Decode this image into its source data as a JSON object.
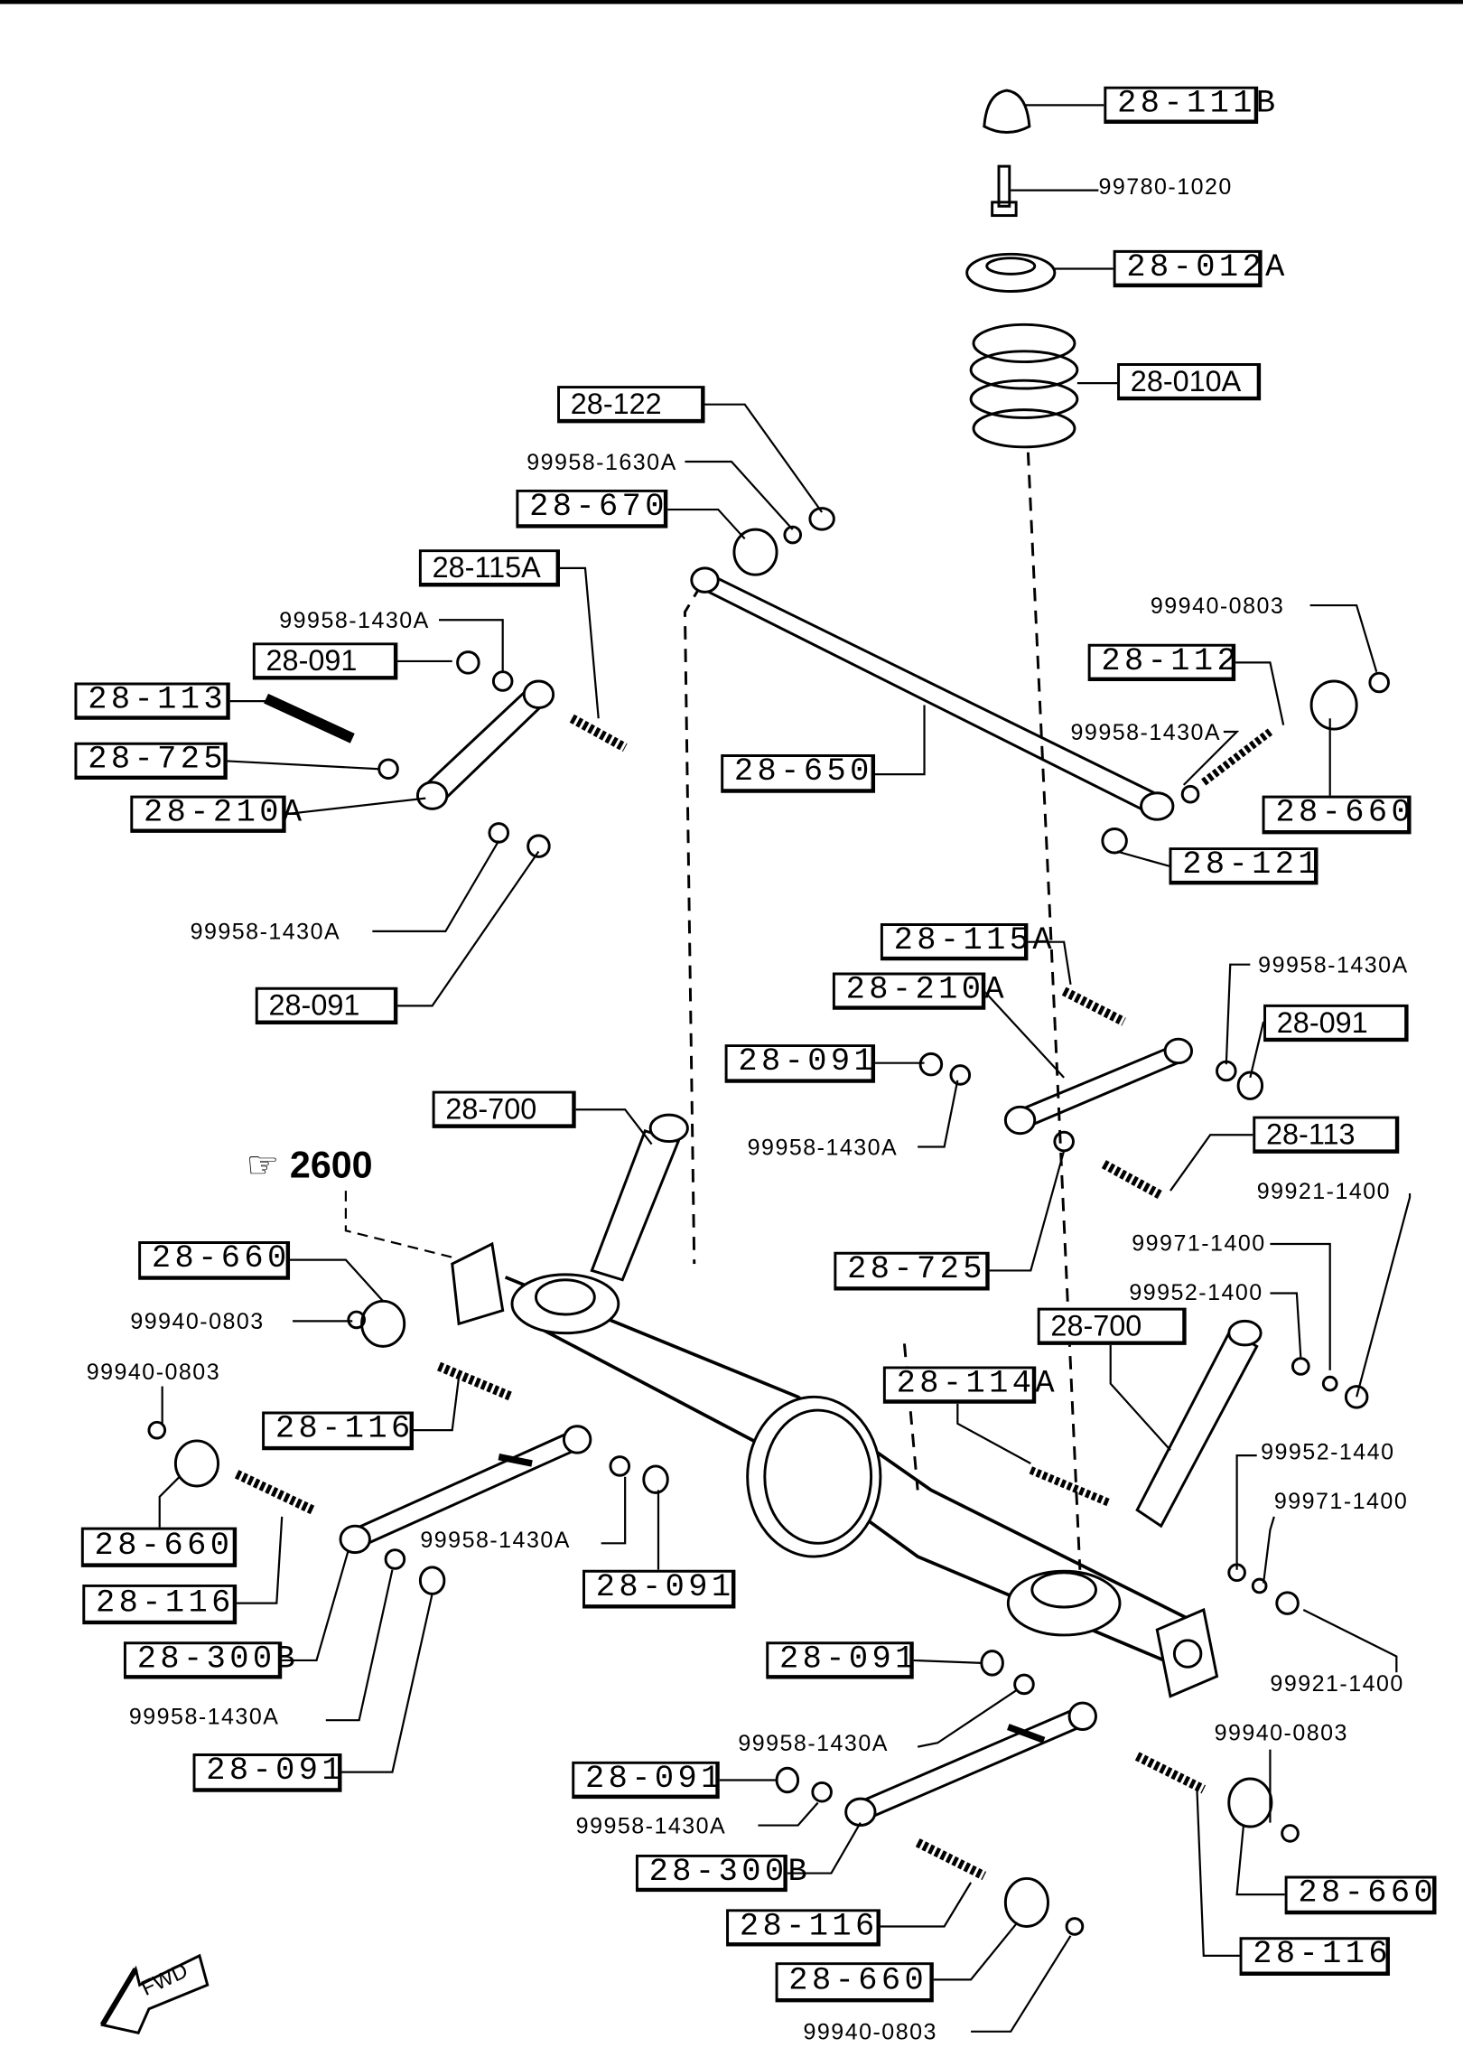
{
  "labels": [
    "28-111B",
    "99780-1020",
    "28-012A",
    "28-010A",
    "28-122",
    "99958-1630A",
    "28-670",
    "28-115A",
    "99958-1430A",
    "28-091",
    "28-113",
    "28-725",
    "28-210A",
    "99958-1430A",
    "28-091",
    "99940-0803",
    "28-112",
    "99958-1430A",
    "28-650",
    "28-660",
    "28-121",
    "28-115A",
    "99958-1430A",
    "28-210A",
    "28-091",
    "28-091",
    "99958-1430A",
    "28-700",
    "28-113",
    "99921-1400",
    "99971-1400",
    "28-725",
    "28-660",
    "99940-0803",
    "99952-1400",
    "28-700",
    "99940-0803",
    "28-114A",
    "28-116",
    "99952-1440",
    "99971-1400",
    "28-660",
    "99958-1430A",
    "28-091",
    "28-116",
    "28-300B",
    "99921-1400",
    "28-091",
    "99958-1430A",
    "99940-0803",
    "99958-1430A",
    "28-091",
    "28-091",
    "99958-1430A",
    "28-300B",
    "28-660",
    "28-116",
    "28-116",
    "28-660",
    "99940-0803"
  ],
  "reference": {
    "icon": "pointing-hand-icon",
    "section": "2600"
  },
  "direction": {
    "label": "FWD"
  }
}
